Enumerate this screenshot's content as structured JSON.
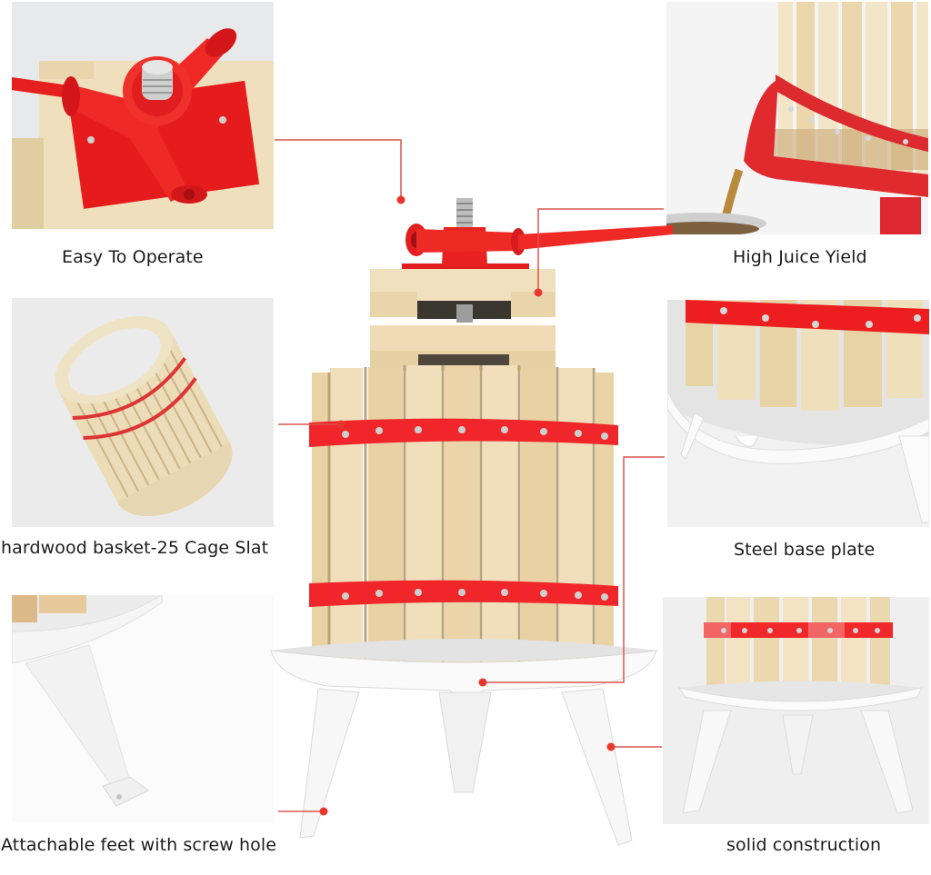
{
  "features": [
    {
      "id": "operate",
      "label": "Easy To Operate",
      "icon": "ratchet-handle-icon"
    },
    {
      "id": "juice",
      "label": "High Juice Yield",
      "icon": "juice-pour-icon"
    },
    {
      "id": "basket",
      "label": "hardwood basket-25 Cage Slat",
      "icon": "slat-basket-icon"
    },
    {
      "id": "base",
      "label": "Steel base plate",
      "icon": "base-plate-icon"
    },
    {
      "id": "feet",
      "label": "Attachable feet with screw hole",
      "icon": "foot-screw-hole-icon"
    },
    {
      "id": "construction",
      "label": "solid construction",
      "icon": "press-body-icon"
    }
  ],
  "colors": {
    "accent_red": "#e8382c",
    "callout_line": "#d9574d",
    "wood": "#ecd9b4",
    "wood_dark": "#d6bd8d",
    "steel": "#f2f2f2",
    "band_red": "#f0262a"
  }
}
